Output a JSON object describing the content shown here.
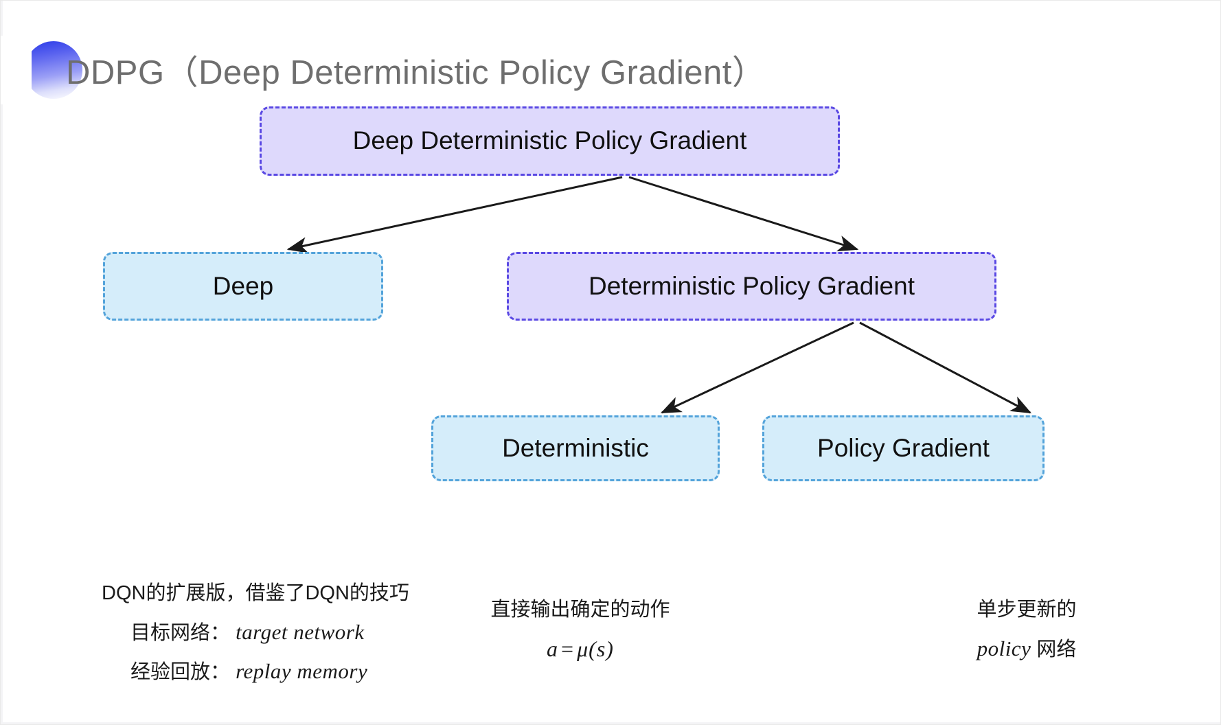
{
  "slide": {
    "title": "DDPG（Deep Deterministic Policy Gradient）",
    "background_color": "#ffffff",
    "title_color": "#6e6e6e",
    "bullet_icon": "gradient-semicircle-icon"
  },
  "diagram": {
    "type": "tree",
    "colors": {
      "purple_fill": "#ded9fc",
      "purple_border": "#5948e3",
      "cyan_fill": "#d5edfa",
      "cyan_border": "#53a3da",
      "arrow": "#1a1a1a"
    },
    "nodes": {
      "root": "Deep Deterministic Policy Gradient",
      "deep": "Deep",
      "dpg": "Deterministic Policy Gradient",
      "deterministic": "Deterministic",
      "policy_gradient": "Policy Gradient"
    },
    "edges": [
      {
        "from": "root",
        "to": "deep"
      },
      {
        "from": "root",
        "to": "dpg"
      },
      {
        "from": "dpg",
        "to": "deterministic"
      },
      {
        "from": "dpg",
        "to": "policy_gradient"
      }
    ]
  },
  "annotations": {
    "deep": {
      "line1": "DQN的扩展版，借鉴了DQN的技巧",
      "line2_label": "目标网络：",
      "line2_term": "target network",
      "line3_label": "经验回放：",
      "line3_term": "replay memory"
    },
    "deterministic": {
      "line1": "直接输出确定的动作",
      "formula_lhs": "a",
      "formula_op": "=",
      "formula_rhs": "μ(s)"
    },
    "policy_gradient": {
      "line1": "单步更新的",
      "line2_term": "policy",
      "line2_suffix": " 网络"
    }
  }
}
